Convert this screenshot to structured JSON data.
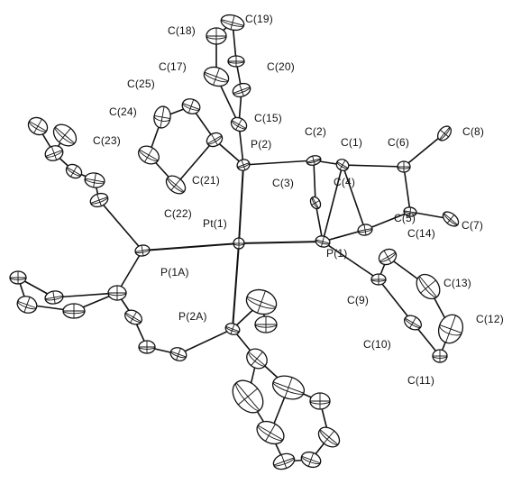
{
  "labels": {
    "c18": "C(18)",
    "c19": "C(19)",
    "c17": "C(17)",
    "c20": "C(20)",
    "c25": "C(25)",
    "c24": "C(24)",
    "c15": "C(15)",
    "c2": "C(2)",
    "c1": "C(1)",
    "c6": "C(6)",
    "c8": "C(8)",
    "p2": "P(2)",
    "c23": "C(23)",
    "c21": "C(21)",
    "c3": "C(3)",
    "c4": "C(4)",
    "c22": "C(22)",
    "pt1": "Pt(1)",
    "c5": "C(5)",
    "c7": "C(7)",
    "c14": "C(14)",
    "p1": "P(1)",
    "p1a": "P(1A)",
    "c13": "C(13)",
    "c9": "C(9)",
    "c12": "C(12)",
    "p2a": "P(2A)",
    "c10": "C(10)",
    "c11": "C(11)"
  }
}
